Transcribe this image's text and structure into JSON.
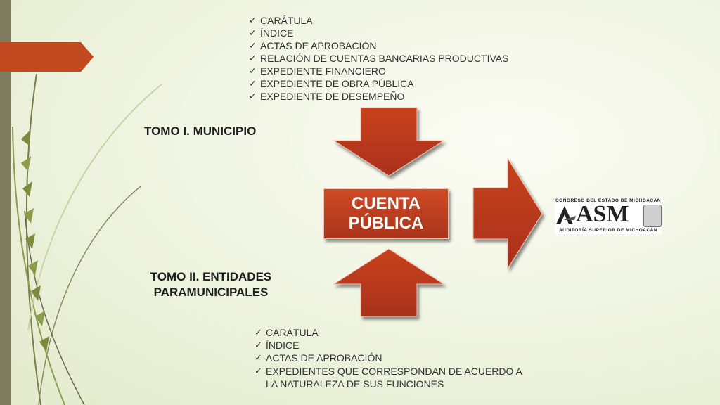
{
  "top_list": [
    "CARÁTULA",
    "ÍNDICE",
    "ACTAS DE APROBACIÓN",
    "RELACIÓN DE CUENTAS BANCARIAS PRODUCTIVAS",
    "EXPEDIENTE FINANCIERO",
    "EXPEDIENTE DE OBRA PÚBLICA",
    "EXPEDIENTE DE DESEMPEÑO"
  ],
  "tomo_1": "TOMO I. MUNICIPIO",
  "tomo_2_line1": "TOMO II. ENTIDADES",
  "tomo_2_line2": "PARAMUNICIPALES",
  "center_line1": "CUENTA",
  "center_line2": "PÚBLICA",
  "logo": {
    "top_text": "CONGRESO DEL ESTADO DE MICHOACÁN",
    "main_text": "ASM",
    "bottom_text": "AUDITORÍA SUPERIOR DE MICHOACÁN"
  },
  "bottom_list": [
    "CARÁTULA",
    "ÍNDICE",
    "ACTAS DE APROBACIÓN",
    "EXPEDIENTES QUE CORRESPONDAN DE ACUERDO A",
    "LA NATURALEZA DE SUS FUNCIONES"
  ],
  "colors": {
    "arrow": "#b8381c",
    "side_bar": "#7e7a5e",
    "side_tab": "#c2481f"
  }
}
